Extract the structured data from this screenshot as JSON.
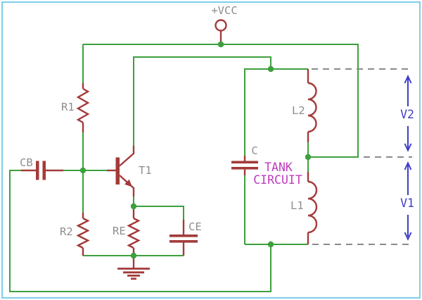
{
  "diagram": {
    "power": {
      "label": "+VCC"
    },
    "bias": {
      "r1": "R1",
      "r2": "R2",
      "cb": "CB"
    },
    "emitter": {
      "re": "RE",
      "ce": "CE"
    },
    "transistor": {
      "t1": "T1"
    },
    "tank": {
      "c": "C",
      "l1": "L1",
      "l2": "L2",
      "caption1": "TANK",
      "caption2": "CIRCUIT"
    },
    "voltages": {
      "v1": "V1",
      "v2": "V2"
    },
    "colors": {
      "wire": "#3da03d",
      "component": "#a33a3a",
      "label": "#8e8e8e",
      "tank_text": "#be3cbe",
      "voltage": "#3e3ec8",
      "dashed": "#8a8a8a",
      "border": "#7ccfe9",
      "background": "#ffffff"
    }
  }
}
